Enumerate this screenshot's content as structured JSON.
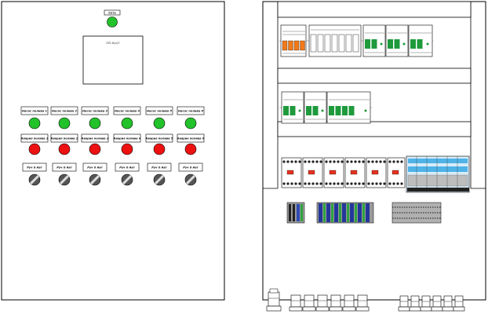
{
  "front_panel": {
    "power_label": "Сеть",
    "hmi_caption": "ОП-0(x)7",
    "switch_label": "Руч 0 Авт",
    "columns": [
      {
        "running_label": "Насос полива 1",
        "fault_label": "Авария полива 1"
      },
      {
        "running_label": "Насос полива 2",
        "fault_label": "Авария полива 2"
      },
      {
        "running_label": "Насос полива 3",
        "fault_label": "Авария полива 3"
      },
      {
        "running_label": "Насос полива 4",
        "fault_label": "Авария полива 4"
      },
      {
        "running_label": "Насос полива 5",
        "fault_label": "Авария полива 5"
      },
      {
        "running_label": "Насос полива 6",
        "fault_label": "Авария полива 6"
      }
    ]
  },
  "colors": {
    "lamp_green": "#22c22a",
    "lamp_red": "#ee1111",
    "breaker_green": "#1e9a3c",
    "breaker_orange": "#f07a1a",
    "terminal_blue": "#4fb3e8",
    "terminal_green": "#2da340",
    "terminal_navy": "#23379a",
    "terminal_grey": "#9a9a9a",
    "knob": "#555555"
  },
  "icons": [
    "indicator-lamp",
    "rotary-selector",
    "circuit-breaker",
    "contactor",
    "terminal-block",
    "cable-gland"
  ]
}
